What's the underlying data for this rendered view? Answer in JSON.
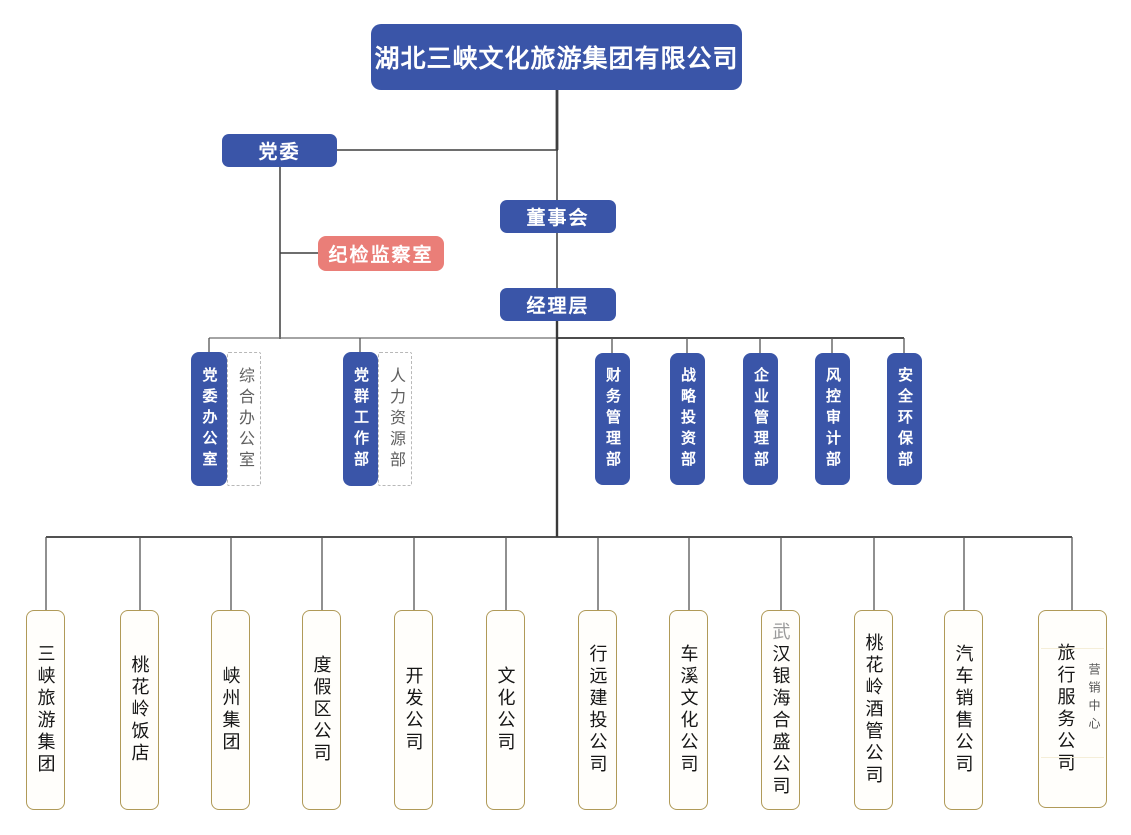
{
  "title": {
    "label": "湖北三峡文化旅游集团有限公司"
  },
  "governance": {
    "party_committee": "党委",
    "board": "董事会",
    "management": "经理层",
    "discipline_office": "纪检监察室"
  },
  "departments": [
    {
      "label": "党委办公室",
      "alias": "综合办公室"
    },
    {
      "label": "党群工作部",
      "alias": "人力资源部"
    },
    {
      "label": "财务管理部"
    },
    {
      "label": "战略投资部"
    },
    {
      "label": "企业管理部"
    },
    {
      "label": "风控审计部"
    },
    {
      "label": "安全环保部"
    }
  ],
  "subsidiaries": [
    {
      "label": "三峡旅游集团"
    },
    {
      "label": "桃花岭饭店"
    },
    {
      "label": "峡州集团"
    },
    {
      "label": "度假区公司"
    },
    {
      "label": "开发公司"
    },
    {
      "label": "文化公司"
    },
    {
      "label": "行远建投公司"
    },
    {
      "label": "车溪文化公司"
    },
    {
      "label": "武汉银海合盛公司",
      "gray_prefix": "武",
      "label_rest": "汉银海合盛公司"
    },
    {
      "label": "桃花岭酒管公司"
    },
    {
      "label": "汽车销售公司"
    },
    {
      "label": "旅行服务公司",
      "annex": "营销中心"
    }
  ],
  "colors": {
    "primary_blue": "#3a55a8",
    "accent_red": "#ea7e78",
    "gold_border": "#b09a58"
  }
}
